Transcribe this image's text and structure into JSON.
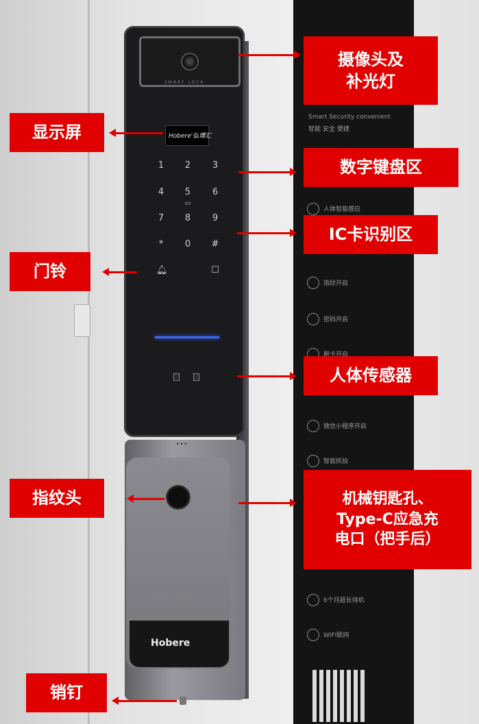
{
  "labels": {
    "camera": "摄像头及\n补光灯",
    "display": "显示屏",
    "keypad": "数字键盘区",
    "ic_card": "IC卡识别区",
    "doorbell": "门铃",
    "body_sensor": "人体传感器",
    "fingerprint": "指纹头",
    "mech_key": "机械钥匙孔、\nType-C应急充\n电口（把手后）",
    "pin": "销钉"
  },
  "lock": {
    "brand": "Hobere",
    "smart_lock_text": "SMART LOCK",
    "display_text": "Hobere'弘博汇",
    "keys": [
      "1",
      "2",
      "3",
      "4",
      "5",
      "6",
      "7",
      "8",
      "9",
      "*",
      "0",
      "#"
    ]
  },
  "panel": {
    "slogan": "Smart   Security   convenient",
    "slogan_cn": "智能      安全      便捷",
    "features": [
      "人体智能感应",
      "指纹开启",
      "密码开启",
      "刷卡开启",
      "微信小程序开启",
      "智能抓拍",
      "6个月超长待机",
      "WIFI联网"
    ]
  },
  "colors": {
    "label_bg": "#e00000",
    "label_text": "#ffffff",
    "indicator": "#3b6bff"
  }
}
